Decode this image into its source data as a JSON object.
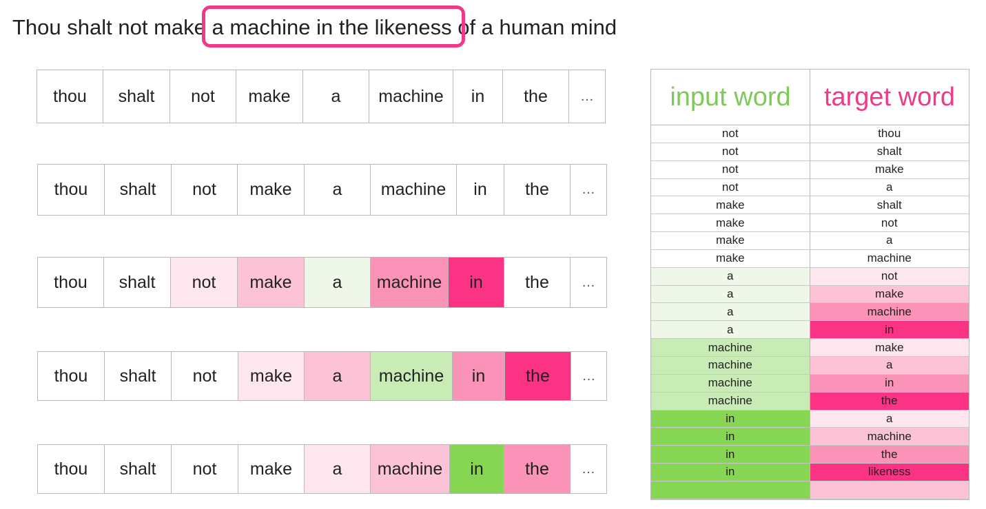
{
  "headline": {
    "before": "Thou shalt not make ",
    "highlighted": "a machine in the likeness",
    "after": " of a human mind"
  },
  "colors": {
    "accent_pink": "#f03a88",
    "accent_green": "#7dc95a",
    "none": "#ffffff",
    "pink1": "#fde6ee",
    "pink2": "#fcc2d6",
    "pink3": "#fb92b7",
    "pink4": "#fa3384",
    "green1": "#eff7e9",
    "green2": "#c9ebb6",
    "green3": "#86d654"
  },
  "sequences": [
    {
      "words": [
        "thou",
        "shalt",
        "not",
        "make",
        "a",
        "machine",
        "in",
        "the",
        "…"
      ],
      "shades": [
        "none",
        "none",
        "none",
        "none",
        "none",
        "none",
        "none",
        "none",
        "none"
      ]
    },
    {
      "words": [
        "thou",
        "shalt",
        "not",
        "make",
        "a",
        "machine",
        "in",
        "the",
        "…"
      ],
      "shades": [
        "none",
        "none",
        "none",
        "none",
        "none",
        "none",
        "none",
        "none",
        "none"
      ]
    },
    {
      "words": [
        "thou",
        "shalt",
        "not",
        "make",
        "a",
        "machine",
        "in",
        "the",
        "…"
      ],
      "shades": [
        "none",
        "none",
        "pink1",
        "pink2",
        "green1",
        "pink3",
        "pink4",
        "none",
        "none"
      ]
    },
    {
      "words": [
        "thou",
        "shalt",
        "not",
        "make",
        "a",
        "machine",
        "in",
        "the",
        "…"
      ],
      "shades": [
        "none",
        "none",
        "none",
        "pink1",
        "pink2",
        "green2",
        "pink3",
        "pink4",
        "none"
      ]
    },
    {
      "words": [
        "thou",
        "shalt",
        "not",
        "make",
        "a",
        "machine",
        "in",
        "the",
        "…"
      ],
      "shades": [
        "none",
        "none",
        "none",
        "none",
        "pink1",
        "pink2",
        "green3",
        "pink3",
        "none"
      ]
    }
  ],
  "table": {
    "input_header": "input word",
    "target_header": "target word",
    "rows": [
      {
        "input": "not",
        "target": "thou",
        "in_shade": "none",
        "tg_shade": "none"
      },
      {
        "input": "not",
        "target": "shalt",
        "in_shade": "none",
        "tg_shade": "none"
      },
      {
        "input": "not",
        "target": "make",
        "in_shade": "none",
        "tg_shade": "none"
      },
      {
        "input": "not",
        "target": "a",
        "in_shade": "none",
        "tg_shade": "none"
      },
      {
        "input": "make",
        "target": "shalt",
        "in_shade": "none",
        "tg_shade": "none"
      },
      {
        "input": "make",
        "target": "not",
        "in_shade": "none",
        "tg_shade": "none"
      },
      {
        "input": "make",
        "target": "a",
        "in_shade": "none",
        "tg_shade": "none"
      },
      {
        "input": "make",
        "target": "machine",
        "in_shade": "none",
        "tg_shade": "none"
      },
      {
        "input": "a",
        "target": "not",
        "in_shade": "green1",
        "tg_shade": "pink1"
      },
      {
        "input": "a",
        "target": "make",
        "in_shade": "green1",
        "tg_shade": "pink2"
      },
      {
        "input": "a",
        "target": "machine",
        "in_shade": "green1",
        "tg_shade": "pink3"
      },
      {
        "input": "a",
        "target": "in",
        "in_shade": "green1",
        "tg_shade": "pink4"
      },
      {
        "input": "machine",
        "target": "make",
        "in_shade": "green2",
        "tg_shade": "pink1"
      },
      {
        "input": "machine",
        "target": "a",
        "in_shade": "green2",
        "tg_shade": "pink2"
      },
      {
        "input": "machine",
        "target": "in",
        "in_shade": "green2",
        "tg_shade": "pink3"
      },
      {
        "input": "machine",
        "target": "the",
        "in_shade": "green2",
        "tg_shade": "pink4"
      },
      {
        "input": "in",
        "target": "a",
        "in_shade": "green3",
        "tg_shade": "pink1"
      },
      {
        "input": "in",
        "target": "machine",
        "in_shade": "green3",
        "tg_shade": "pink2"
      },
      {
        "input": "in",
        "target": "the",
        "in_shade": "green3",
        "tg_shade": "pink3"
      },
      {
        "input": "in",
        "target": "likeness",
        "in_shade": "green3",
        "tg_shade": "pink4"
      },
      {
        "input": "",
        "target": "",
        "in_shade": "green3",
        "tg_shade": "pink2"
      }
    ]
  }
}
